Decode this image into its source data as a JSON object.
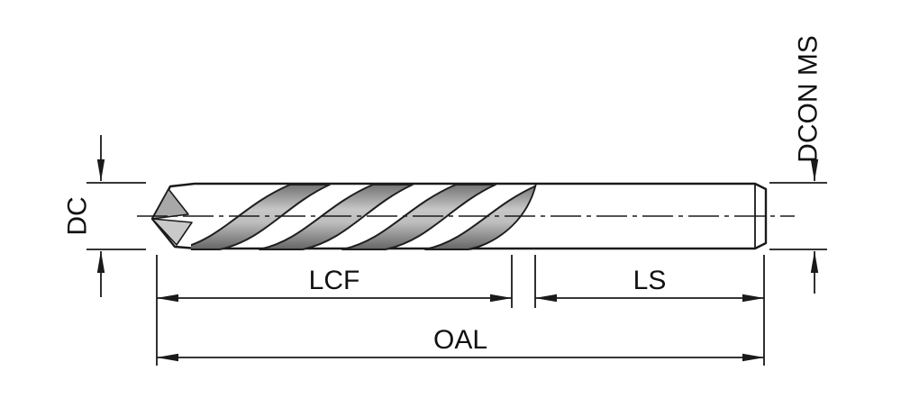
{
  "diagram": {
    "type": "technical-drawing",
    "subject": "twist-drill-side-view-with-dimensions",
    "labels": {
      "cutting_diameter": "DC",
      "shank_diameter": "DCON MS",
      "flute_length": "LCF",
      "shank_length": "LS",
      "overall_length": "OAL"
    },
    "colors": {
      "line": "#1a1a1a",
      "text": "#111111",
      "background": "#ffffff",
      "metal_highlight": "#fbfbfb",
      "metal_shadow": "#787878",
      "groove_shadow": "#676767"
    }
  }
}
